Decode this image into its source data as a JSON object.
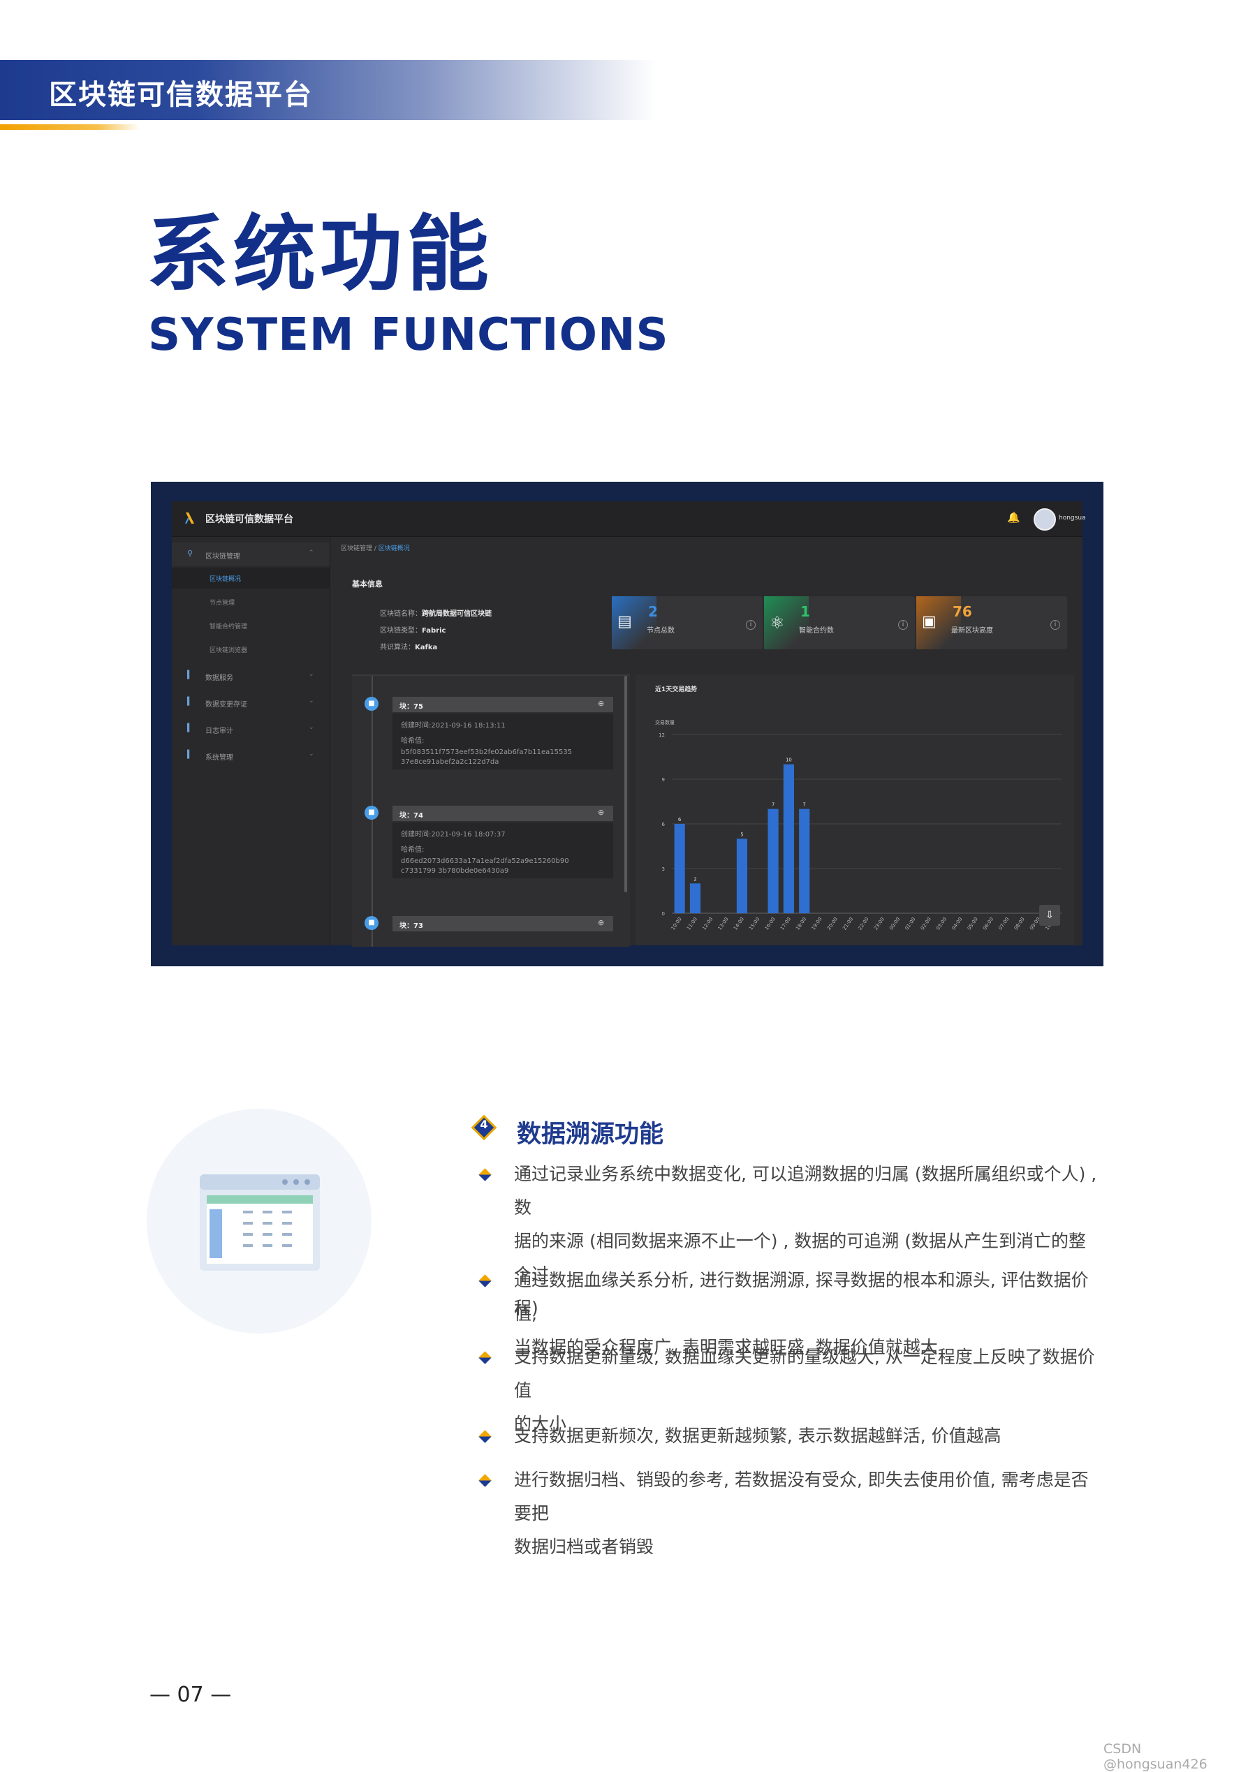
{
  "header": {
    "title": "区块链可信数据平台"
  },
  "page_title": {
    "cn": "系统功能",
    "en": "SYSTEM FUNCTIONS"
  },
  "app": {
    "name": "区块链可信数据平台",
    "username": "hongsua",
    "sidebar": {
      "groups": [
        {
          "label": "区块链管理",
          "icon": "location-icon",
          "expanded": true
        },
        {
          "label": "数据服务",
          "icon": "bar-icon"
        },
        {
          "label": "数据变更存证",
          "icon": "bar-icon"
        },
        {
          "label": "日志审计",
          "icon": "bar-icon"
        },
        {
          "label": "系统管理",
          "icon": "bar-icon"
        }
      ],
      "subitems": [
        {
          "label": "区块链概况",
          "active": true
        },
        {
          "label": "节点管理"
        },
        {
          "label": "智能合约管理"
        },
        {
          "label": "区块链浏览器"
        }
      ]
    },
    "breadcrumb": {
      "parent": "区块链管理",
      "sep": " / ",
      "current": "区块链概况"
    },
    "basic_info": {
      "title": "基本信息",
      "name_label": "区块链名称：",
      "name_value": "跨航局数据可信区块链",
      "type_label": "区块链类型：",
      "type_value": "Fabric",
      "consensus_label": "共识算法：",
      "consensus_value": "Kafka"
    },
    "stats": [
      {
        "value": "2",
        "label": "节点总数",
        "icon": "network-icon",
        "color": "#3d8fe0",
        "corner": "#2a5f9e"
      },
      {
        "value": "1",
        "label": "智能合约数",
        "icon": "atom-icon",
        "color": "#2ec36b",
        "corner": "#1f7a47"
      },
      {
        "value": "76",
        "label": "最新区块高度",
        "icon": "block-icon",
        "color": "#f0a33a",
        "corner": "#9a5a18"
      }
    ],
    "blocks": [
      {
        "label": "块：75",
        "time_label": "创建时间:",
        "time": "2021-09-16 18:13:11",
        "hash_label": "哈希值:",
        "hash1": "b5f083511f7573eef53b2fe02ab6fa7b11ea15535",
        "hash2": "37e8ce91abef2a2c122d7da"
      },
      {
        "label": "块：74",
        "time_label": "创建时间:",
        "time": "2021-09-16 18:07:37",
        "hash_label": "哈希值:",
        "hash1": "d66ed2073d6633a17a1eaf2dfa52a9e15260b90",
        "hash2": "c7331799 3b780bde0e6430a9"
      },
      {
        "label": "块：73"
      }
    ],
    "chart_data": {
      "type": "bar",
      "title": "近1天交易趋势",
      "ylabel": "交易数量",
      "ylim": [
        0,
        12
      ],
      "yticks": [
        0,
        3,
        6,
        9,
        12
      ],
      "color": "#2f6fd1",
      "categories": [
        "10:00",
        "11:00",
        "12:00",
        "13:00",
        "14:00",
        "15:00",
        "16:00",
        "17:00",
        "18:00",
        "19:00",
        "20:00",
        "21:00",
        "22:00",
        "23:00",
        "00:00",
        "01:00",
        "02:00",
        "03:00",
        "04:00",
        "05:00",
        "06:00",
        "07:00",
        "08:00",
        "09:00",
        "10:00"
      ],
      "values": [
        6,
        2,
        0,
        0,
        5,
        0,
        7,
        10,
        7,
        0,
        0,
        0,
        0,
        0,
        0,
        0,
        0,
        0,
        0,
        0,
        0,
        0,
        0,
        0,
        0
      ],
      "data_labels": [
        "6",
        "2",
        "",
        "",
        "5",
        "",
        "7",
        "10",
        "7",
        "",
        "",
        "",
        "",
        "",
        "",
        "",
        "",
        "",
        "",
        "",
        "",
        "",
        "",
        "",
        ""
      ]
    }
  },
  "feature": {
    "number": "4",
    "title": "数据溯源功能",
    "bullets": [
      {
        "lines": [
          "通过记录业务系统中数据变化, 可以追溯数据的归属 (数据所属组织或个人) , 数",
          "据的来源 (相同数据来源不止一个) , 数据的可追溯 (数据从产生到消亡的整个过",
          "程)"
        ]
      },
      {
        "lines": [
          "通过数据血缘关系分析, 进行数据溯源, 探寻数据的根本和源头, 评估数据价值,",
          "当数据的受众程度广, 表明需求越旺盛, 数据价值就越大"
        ]
      },
      {
        "lines": [
          "支持数据更新量级, 数据血缘关更新的量级越大, 从一定程度上反映了数据价值",
          "的大小"
        ]
      },
      {
        "lines": [
          "支持数据更新频次, 数据更新越频繁, 表示数据越鲜活, 价值越高"
        ]
      },
      {
        "lines": [
          "进行数据归档、销毁的参考, 若数据没有受众, 即失去使用价值, 需考虑是否要把",
          "数据归档或者销毁"
        ]
      }
    ]
  },
  "footer": {
    "page": "— 07 —",
    "watermark": "CSDN @hongsuan426"
  }
}
